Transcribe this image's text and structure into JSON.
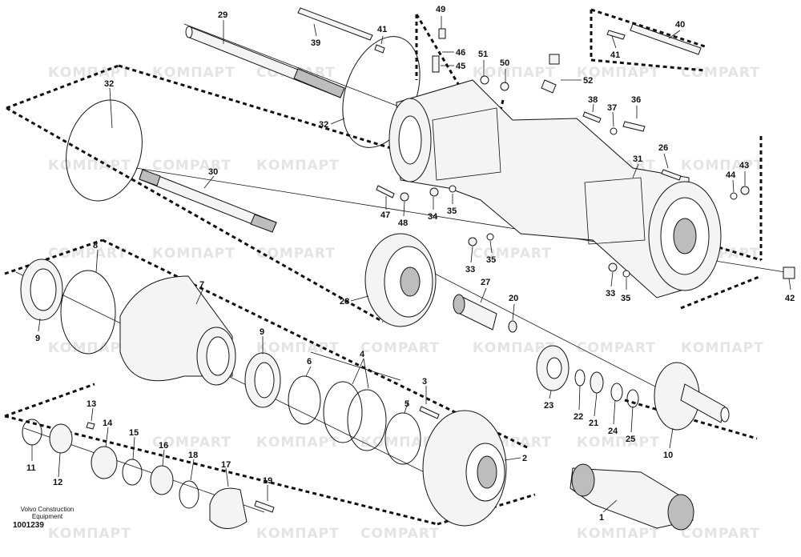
{
  "watermarks": [
    "КОМПАРТ",
    "COMPART"
  ],
  "caption": {
    "maker_line": "Volvo Construction Equipment",
    "drawing_number": "1001239"
  },
  "callouts": {
    "c1": "1",
    "c2": "2",
    "c3": "3",
    "c4": "4",
    "c5": "5",
    "c6": "6",
    "c7": "7",
    "c8": "8",
    "c9a": "9",
    "c9b": "9",
    "c10": "10",
    "c11": "11",
    "c12": "12",
    "c13": "13",
    "c14": "14",
    "c15": "15",
    "c16": "16",
    "c17": "17",
    "c18": "18",
    "c19": "19",
    "c20": "20",
    "c21": "21",
    "c22": "22",
    "c23": "23",
    "c24": "24",
    "c25": "25",
    "c26": "26",
    "c27": "27",
    "c28": "28",
    "c29": "29",
    "c30": "30",
    "c31": "31",
    "c32a": "32",
    "c32b": "32",
    "c33a": "33",
    "c33b": "33",
    "c34": "34",
    "c35a": "35",
    "c35b": "35",
    "c35c": "35",
    "c36": "36",
    "c37": "37",
    "c38": "38",
    "c39": "39",
    "c40": "40",
    "c41a": "41",
    "c41b": "41",
    "c42": "42",
    "c43": "43",
    "c44": "44",
    "c45": "45",
    "c46": "46",
    "c47": "47",
    "c48": "48",
    "c49": "49",
    "c50": "50",
    "c51": "51",
    "c52": "52"
  }
}
